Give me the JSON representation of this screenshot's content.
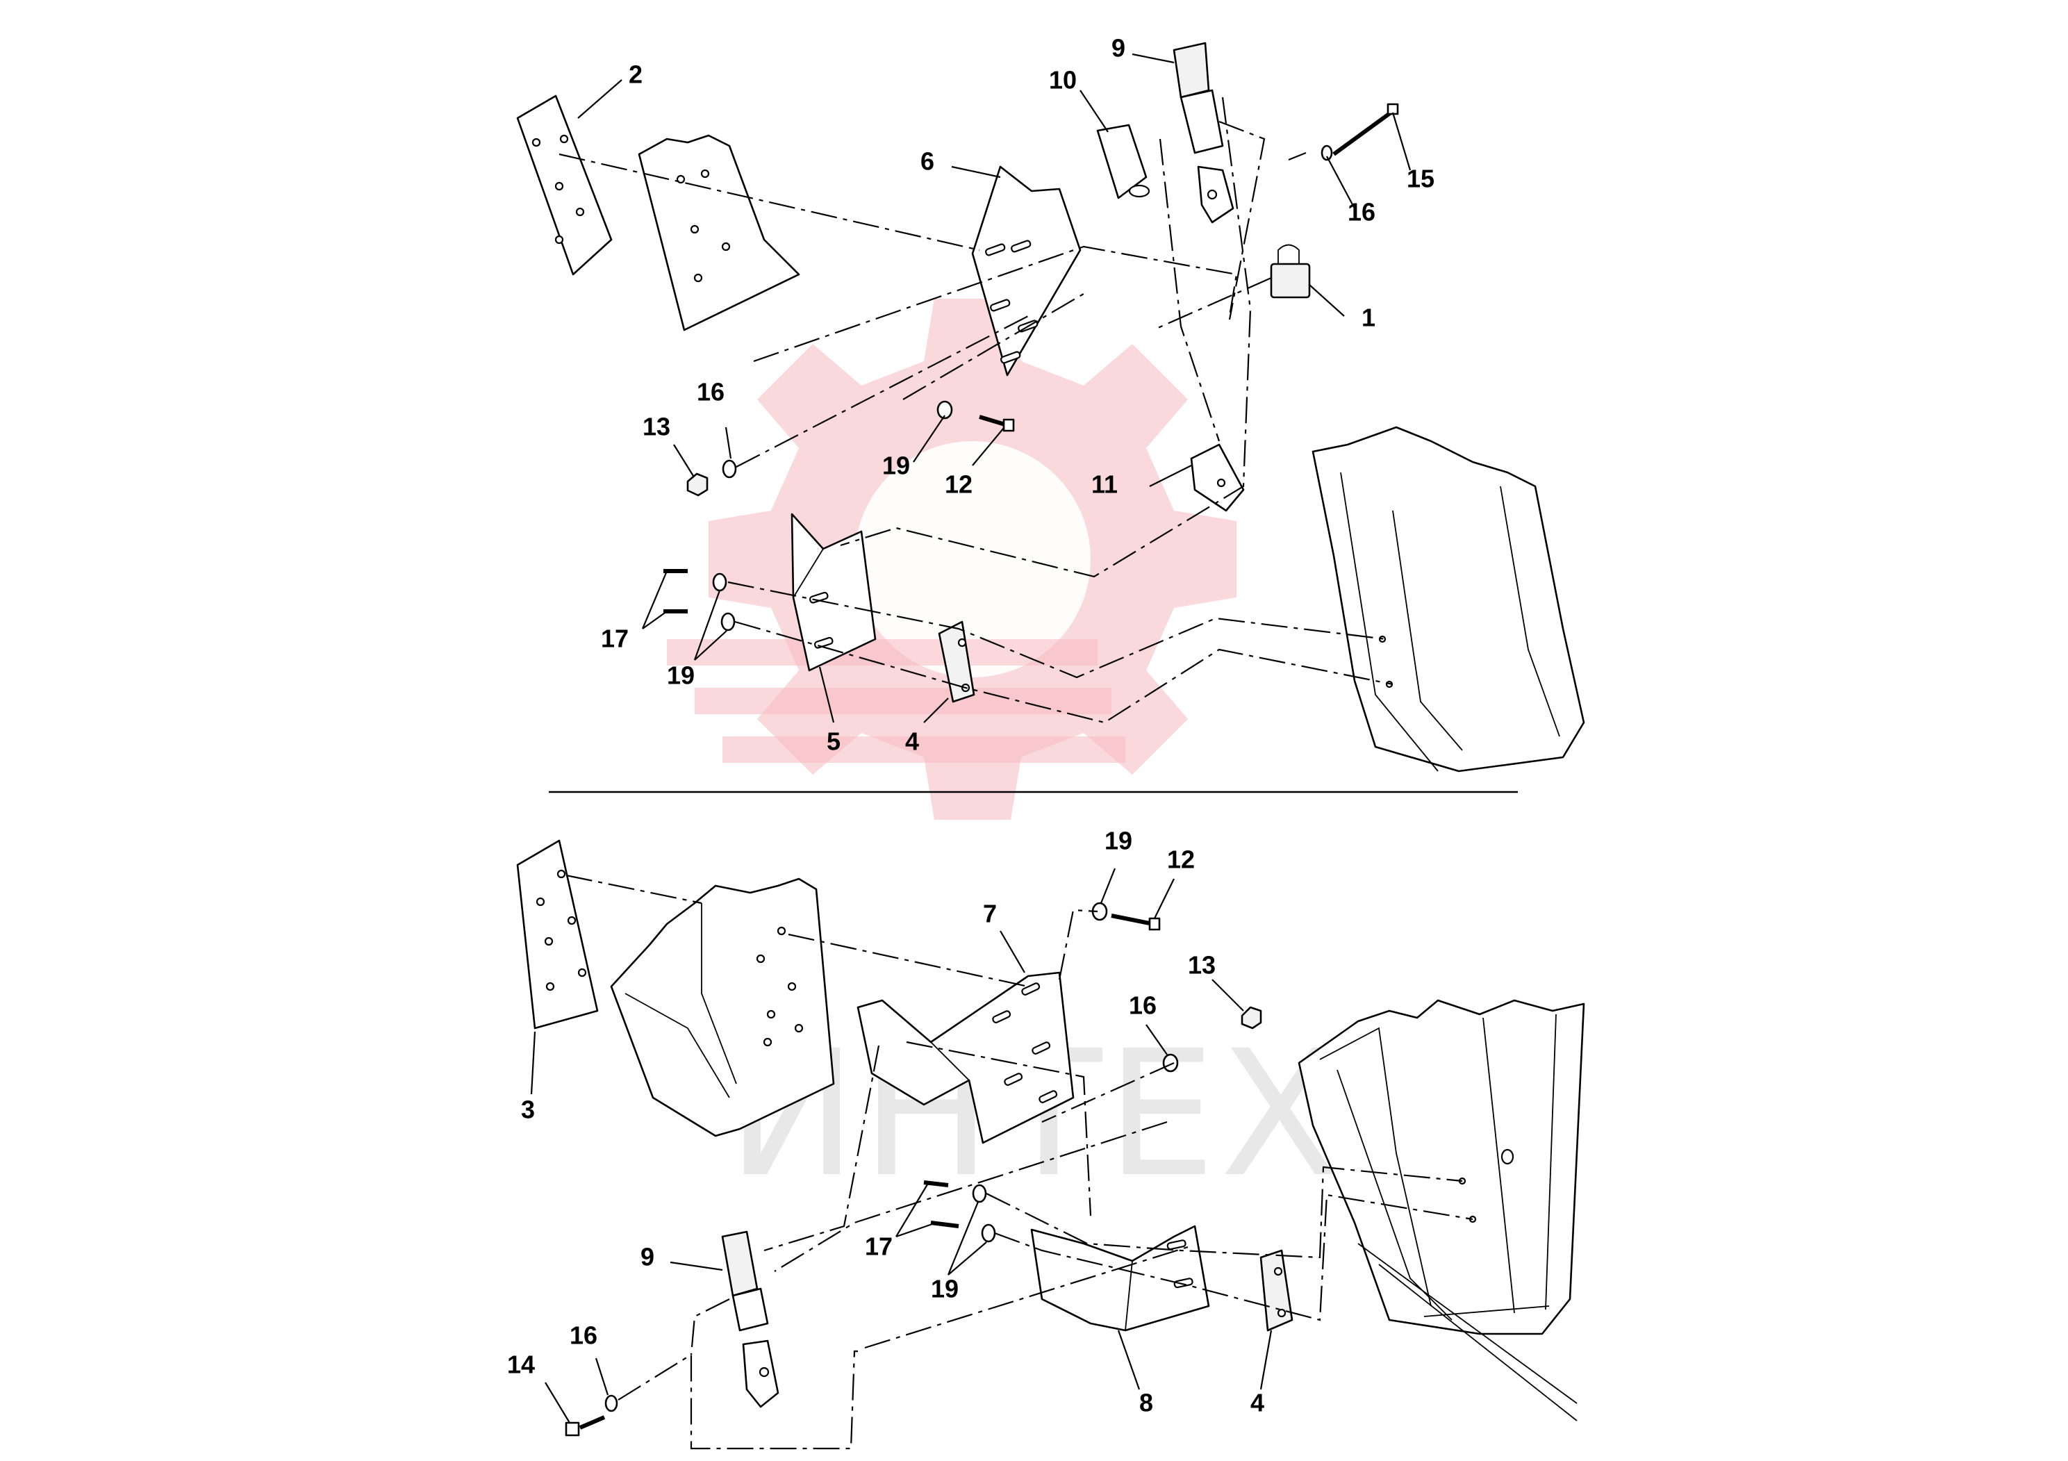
{
  "watermark": {
    "text": "ИНТЕХ",
    "gear_color": "#f6b9bf",
    "text_color": "#d9d9d9"
  },
  "callouts": {
    "top": {
      "c1": "1",
      "c2": "2",
      "c4": "4",
      "c5": "5",
      "c6": "6",
      "c9": "9",
      "c10": "10",
      "c11": "11",
      "c12": "12",
      "c13": "13",
      "c15": "15",
      "c16a": "16",
      "c16b": "16",
      "c17": "17",
      "c19a": "19",
      "c19b": "19"
    },
    "bottom": {
      "c3": "3",
      "c4": "4",
      "c7": "7",
      "c8": "8",
      "c9": "9",
      "c12": "12",
      "c13": "13",
      "c14": "14",
      "c16a": "16",
      "c16b": "16",
      "c17": "17",
      "c19a": "19",
      "c19b": "19"
    }
  }
}
